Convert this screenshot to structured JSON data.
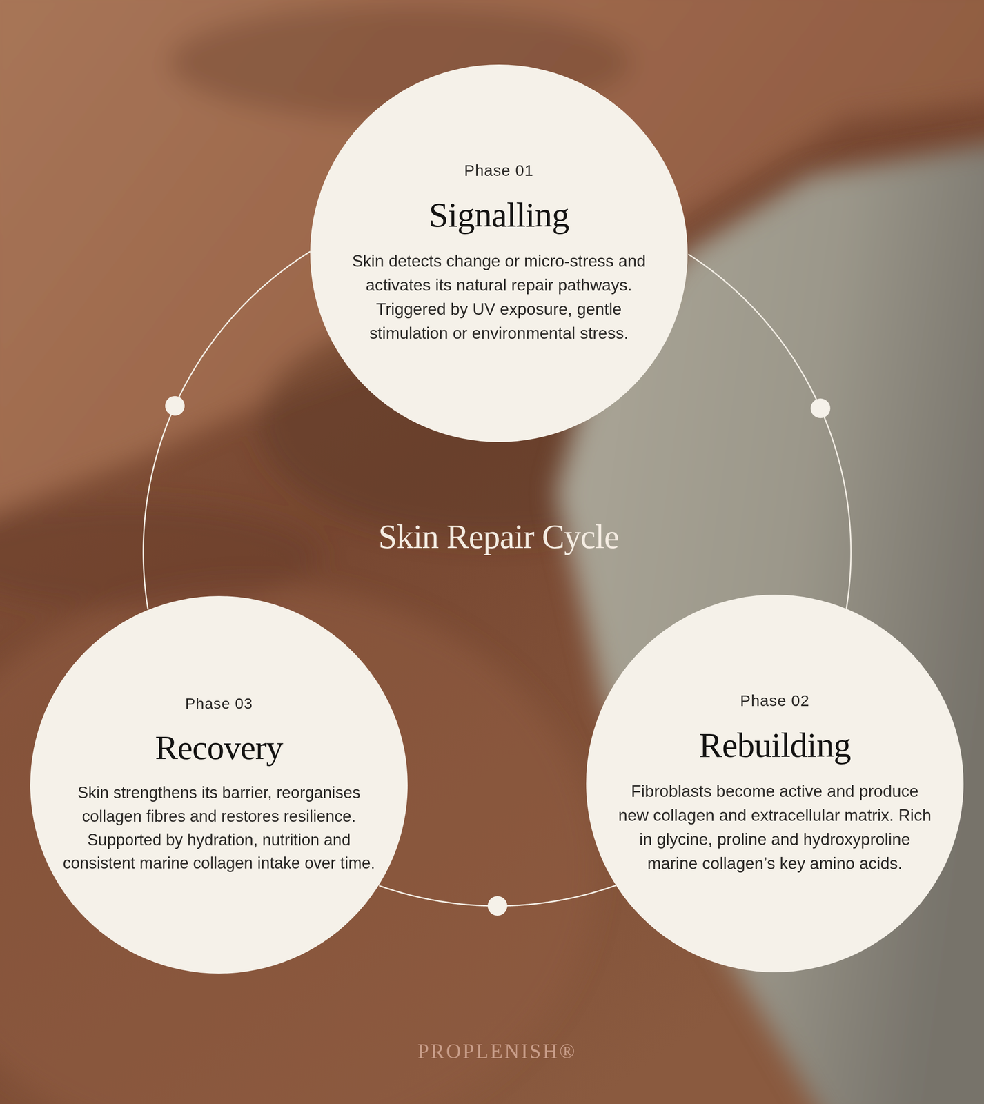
{
  "diagram": {
    "title": "Skin Repair Cycle",
    "nodes": [
      {
        "text": [
          "Phase 01",
          "Signalling",
          "Skin detects change or micro-stress and activates its natural repair pathways. Triggered by UV exposure, gentle stimulation or environmental stress."
        ]
      },
      {
        "text": [
          "Phase 02",
          "Rebuilding",
          "Fibroblasts become active and produce new collagen and extracellular matrix. Rich in glycine, proline and hydroxyproline marine collagen’s key amino acids."
        ]
      },
      {
        "text": [
          "Phase 03",
          "Recovery",
          "Skin strengthens its barrier, reorganises collagen fibres and restores resilience. Supported by hydration, nutrition and consistent marine collagen intake over time."
        ]
      }
    ],
    "edges": [
      {
        "from": 0,
        "to": 1,
        "arrow": "none"
      },
      {
        "from": 1,
        "to": 2,
        "arrow": "none"
      },
      {
        "from": 2,
        "to": 0,
        "arrow": "none"
      }
    ],
    "labels": [
      "PROPLENISH®"
    ]
  }
}
